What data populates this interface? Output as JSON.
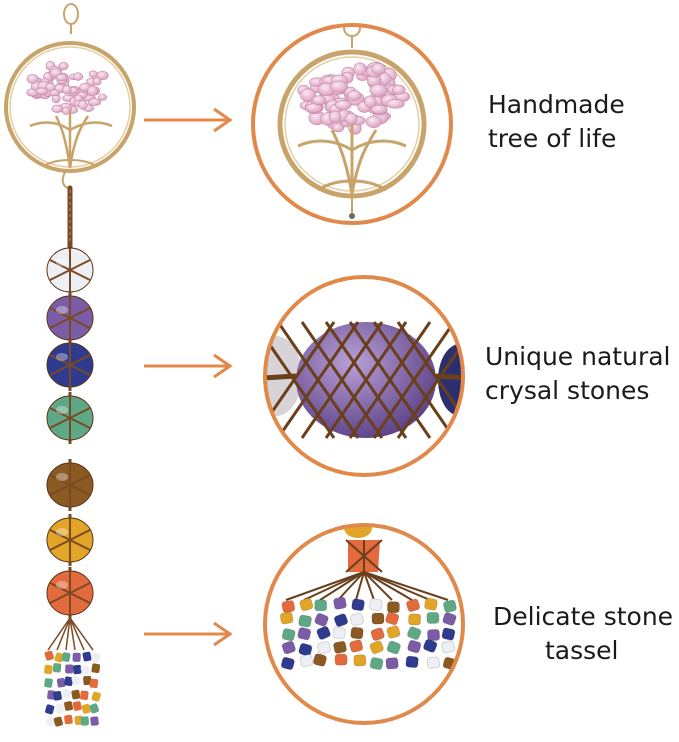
{
  "callouts": [
    {
      "lines": [
        "Handmade",
        "tree of life"
      ],
      "icon": "tree-of-life-closeup"
    },
    {
      "lines": [
        "Unique natural",
        "crysal stones"
      ],
      "icon": "amethyst-stone-closeup"
    },
    {
      "lines": [
        "Delicate stone",
        "tassel"
      ],
      "icon": "stone-chip-tassel-closeup"
    }
  ],
  "colors": {
    "accent_orange": "#E0894A",
    "wire_gold": "#C9A46A",
    "cord_brown": "#7A4A24",
    "rose_quartz": "#E8B9D2",
    "stones": [
      "#EDEFF4",
      "#7B5CA6",
      "#2E3B8F",
      "#5FA886",
      "#8A5A22",
      "#E3A528",
      "#E36A3C"
    ]
  }
}
